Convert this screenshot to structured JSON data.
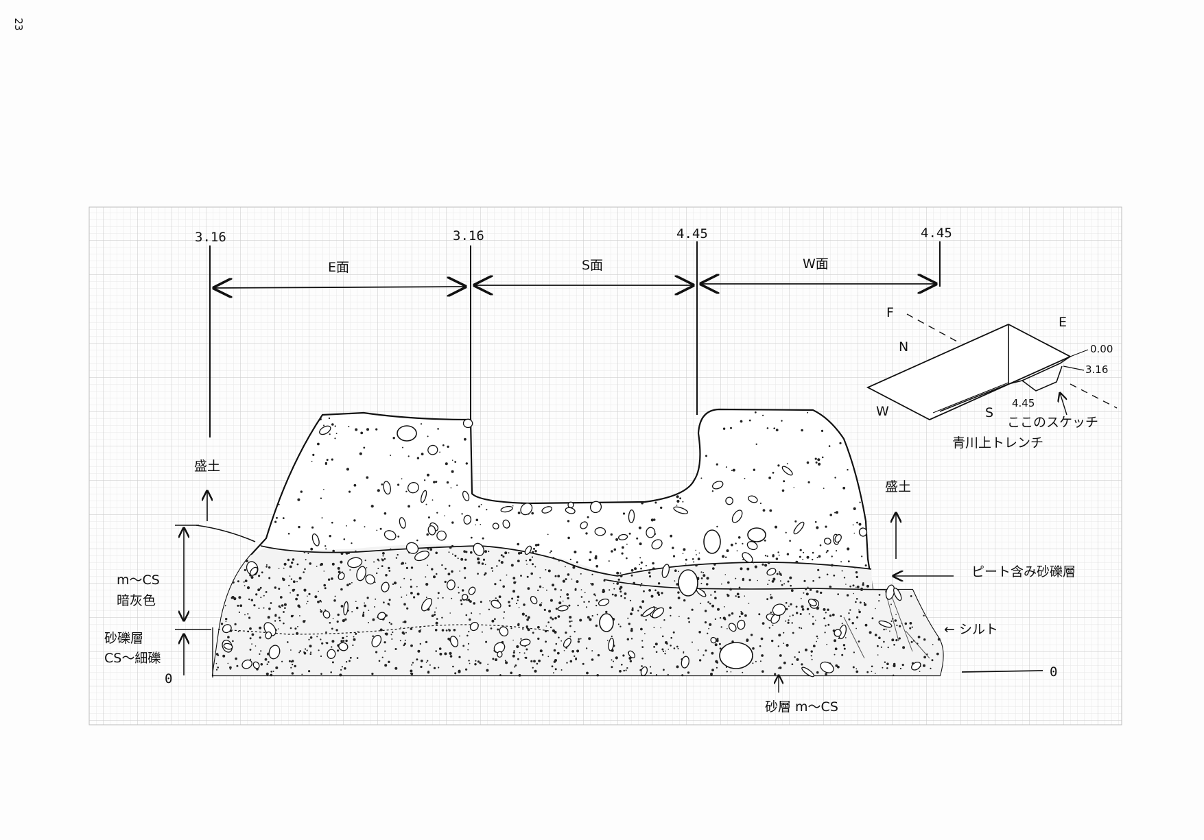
{
  "page_number": "23",
  "markers": {
    "e_left": "3.16",
    "e_right": "3.16",
    "s_right": "4.45",
    "w_right": "4.45"
  },
  "faces": {
    "east": "E面",
    "south": "S面",
    "west": "W面"
  },
  "fill_left": "盛土",
  "fill_right": "盛土",
  "layer_dark": {
    "line1": "m〜CS",
    "line2": "暗灰色"
  },
  "layer_gravel": {
    "line1": "砂礫層",
    "line2": "CS〜細礫"
  },
  "peat_gravel_label": "ピート含み砂礫層",
  "silt_label": "← シルト",
  "sand_label": "砂層 m〜CS",
  "zero_left": "0",
  "zero_right": "0",
  "inset": {
    "dir_f": "F",
    "dir_n": "N",
    "dir_e": "E",
    "dir_w": "W",
    "dir_s": "S",
    "val_top": "0.00",
    "val_mid": "3.16",
    "val_low": "4.45",
    "note": "ここのスケッチ",
    "title": "青川上トレンチ"
  },
  "colors": {
    "ink": "#111111",
    "grid_minor": "#e6e6e6",
    "grid_major": "#cdcdcd",
    "paper": "#fdfdfd"
  }
}
